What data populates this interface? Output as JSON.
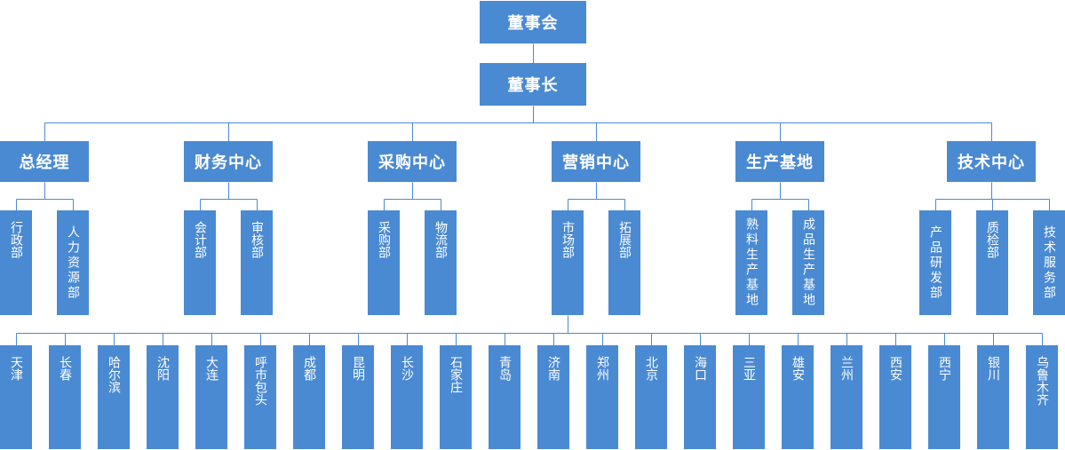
{
  "root": {
    "label": "董事会"
  },
  "chair": {
    "label": "董事长"
  },
  "departments": [
    {
      "label": "总经理",
      "children": [
        {
          "label": "行政部"
        },
        {
          "label": "人力资源部"
        }
      ]
    },
    {
      "label": "财务中心",
      "children": [
        {
          "label": "会计部"
        },
        {
          "label": "审核部"
        }
      ]
    },
    {
      "label": "采购中心",
      "children": [
        {
          "label": "采购部"
        },
        {
          "label": "物流部"
        }
      ]
    },
    {
      "label": "营销中心",
      "children": [
        {
          "label": "市场部"
        },
        {
          "label": "拓展部"
        }
      ]
    },
    {
      "label": "生产基地",
      "children": [
        {
          "label": "熟料生产基地"
        },
        {
          "label": "成品生产基地"
        }
      ]
    },
    {
      "label": "技术中心",
      "children": [
        {
          "label": "产品研发部"
        },
        {
          "label": "质检部"
        },
        {
          "label": "技术服务部"
        }
      ]
    }
  ],
  "branches": [
    {
      "label": "天津"
    },
    {
      "label": "长春"
    },
    {
      "label": "哈尔滨"
    },
    {
      "label": "沈阳"
    },
    {
      "label": "大连"
    },
    {
      "label": "呼市包头"
    },
    {
      "label": "成都"
    },
    {
      "label": "昆明"
    },
    {
      "label": "长沙"
    },
    {
      "label": "石家庄"
    },
    {
      "label": "青岛"
    },
    {
      "label": "济南"
    },
    {
      "label": "郑州"
    },
    {
      "label": "北京"
    },
    {
      "label": "海口"
    },
    {
      "label": "三亚"
    },
    {
      "label": "雄安"
    },
    {
      "label": "兰州"
    },
    {
      "label": "西安"
    },
    {
      "label": "西宁"
    },
    {
      "label": "银川"
    },
    {
      "label": "乌鲁木齐"
    }
  ],
  "colors": {
    "box": "#4a8ad3",
    "line": "#4a8ad3",
    "text": "#ffffff"
  }
}
